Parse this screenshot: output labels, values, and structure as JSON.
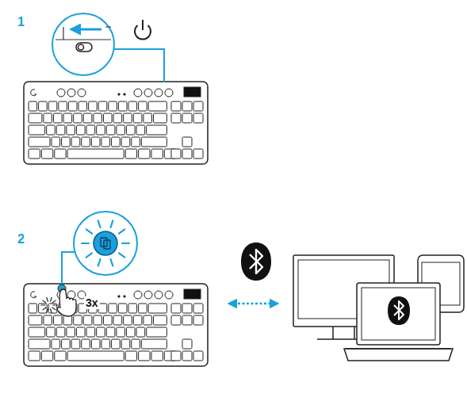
{
  "diagram": {
    "labels": [
      "1",
      "2",
      "3x"
    ]
  }
}
